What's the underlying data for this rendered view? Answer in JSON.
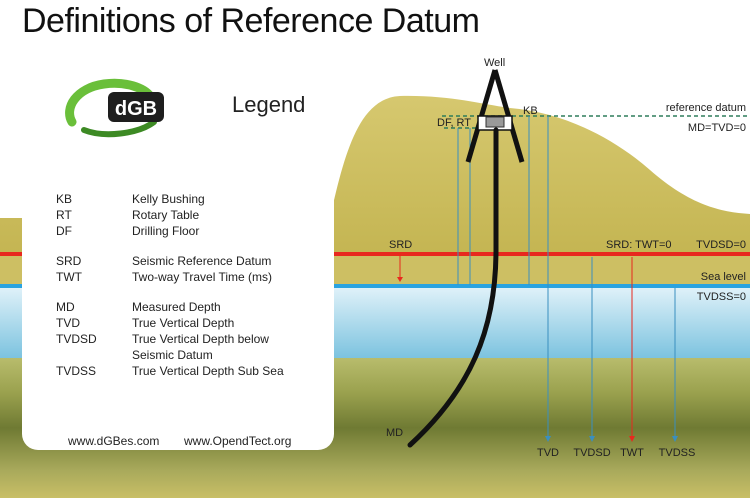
{
  "title": "Definitions of Reference Datum",
  "legend": {
    "heading": "Legend",
    "logo_text": "dGB",
    "entries": [
      {
        "abbr": "KB",
        "desc": "Kelly Bushing"
      },
      {
        "abbr": "RT",
        "desc": "Rotary Table"
      },
      {
        "abbr": "DF",
        "desc": "Drilling Floor"
      },
      {
        "abbr": "SRD",
        "desc": "Seismic Reference Datum"
      },
      {
        "abbr": "TWT",
        "desc": "Two-way Travel Time (ms)"
      },
      {
        "abbr": "MD",
        "desc": "Measured Depth"
      },
      {
        "abbr": "TVD",
        "desc": "True Vertical Depth"
      },
      {
        "abbr": "TVDSD",
        "desc": "True Vertical Depth below"
      },
      {
        "abbr": "",
        "desc": "Seismic Datum"
      },
      {
        "abbr": "TVDSS",
        "desc": "True Vertical Depth Sub Sea"
      }
    ],
    "websites": [
      "www.dGBes.com",
      "www.OpendTect.org"
    ]
  },
  "labels": {
    "well": "Well",
    "kb": "KB",
    "df_rt": "DF, RT",
    "reference_datum": "reference datum",
    "md_tvd": "MD=TVD=0",
    "srd": "SRD",
    "srd_twt": "SRD: TWT=0",
    "tvdsd_zero": "TVDSD=0",
    "sea_level": "Sea level",
    "tvdss_zero": "TVDSS=0",
    "md": "MD",
    "tvd": "TVD",
    "tvdsd": "TVDSD",
    "twt": "TWT",
    "tvdss": "TVDSS"
  },
  "colors": {
    "land": "#c9b95a",
    "land_light": "#d8cc7a",
    "srd_line": "#e8281e",
    "sea_line": "#2aa3e0",
    "water_top": "#cde9f4",
    "water_bottom": "#7ec6e0",
    "seabed_dark": "#6f7a33",
    "seabed_light": "#b5b463",
    "reference_datum": "#2e7d5b",
    "depth_lines": "#3a8fbf",
    "logo_green": "#6abf3a"
  }
}
